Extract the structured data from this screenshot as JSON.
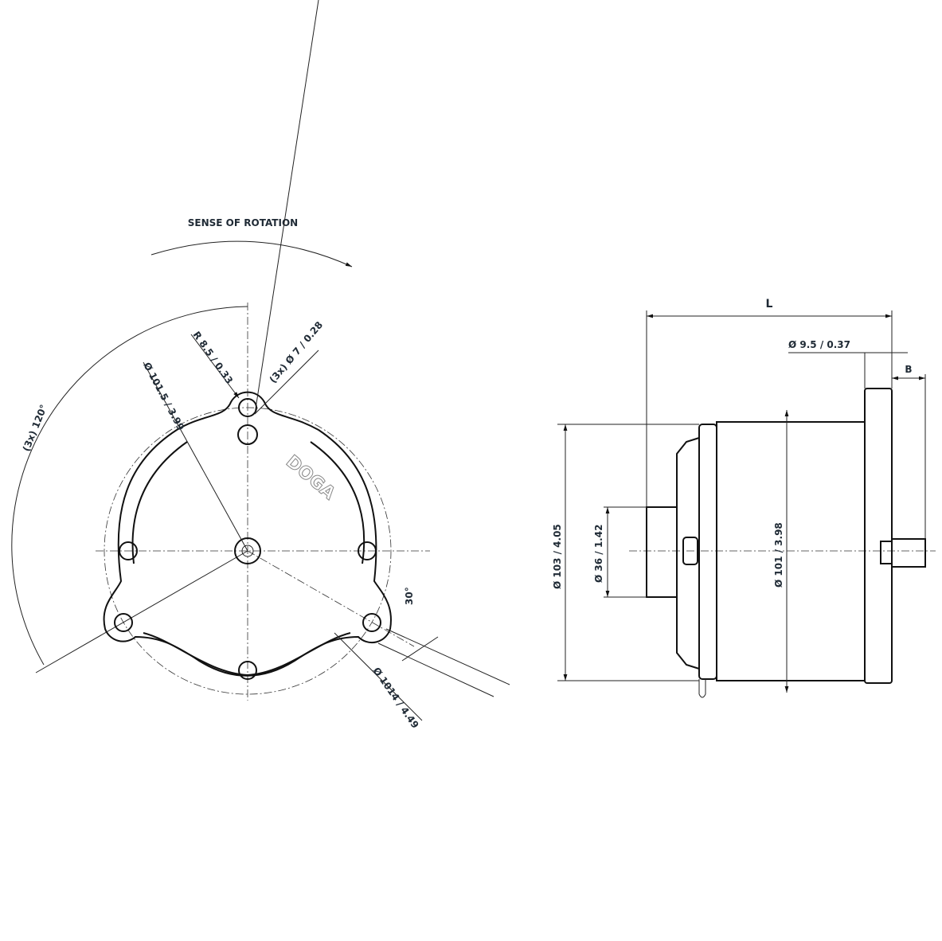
{
  "front_view": {
    "rotation_label": "SENSE OF ROTATION",
    "logo_text": "DOGA",
    "dims": {
      "angle_120": "(3x) 120°",
      "dia_101_5": "Ø 101.5 / 3.99",
      "radius_8_5": "R 8.5 / 0.33",
      "hole_dia_7": "(3x) Ø 7 / 0.28",
      "angle_30": "30°",
      "dia_1014": "Ø 1014 / 4.49"
    }
  },
  "side_view": {
    "dims": {
      "length": "L",
      "shaft_dia": "Ø 9.5 / 0.37",
      "shaft_len": "B",
      "dia_103": "Ø 103 / 4.05",
      "dia_36": "Ø 36 / 1.42",
      "dia_101": "Ø 101 / 3.98"
    }
  }
}
